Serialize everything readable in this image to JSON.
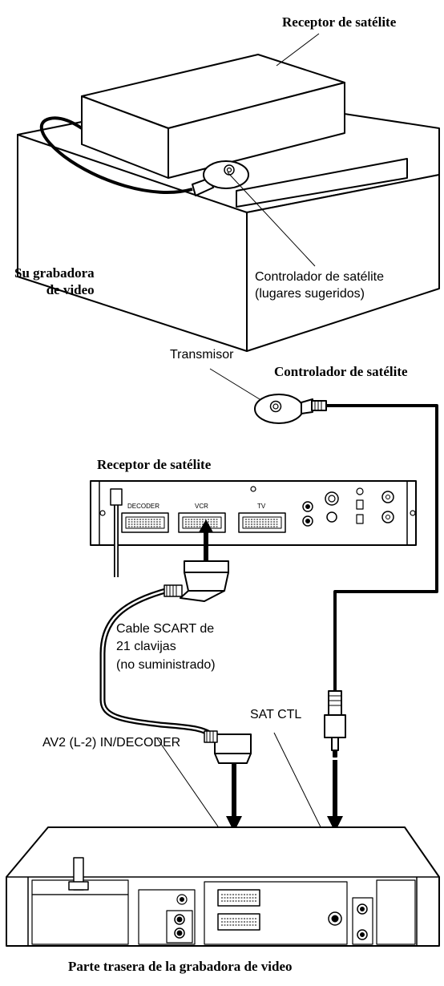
{
  "top": {
    "satellite_receiver": "Receptor de satélite",
    "vcr": "Su grabadora\nde video",
    "controller": "Controlador de satélite\n(lugares sugeridos)"
  },
  "bottom": {
    "transmitter": "Transmisor",
    "controller": "Controlador de satélite",
    "satellite_receiver": "Receptor de satélite",
    "cable": "Cable SCART de\n21 clavijas\n(no suministrado)",
    "sat_ctl": "SAT CTL",
    "av2": "AV2 (L-2) IN/DECODER",
    "rear": "Parte trasera de la grabadora de video"
  },
  "panel": {
    "decoder": "DECODER",
    "vcr": "VCR",
    "tv": "TV"
  }
}
